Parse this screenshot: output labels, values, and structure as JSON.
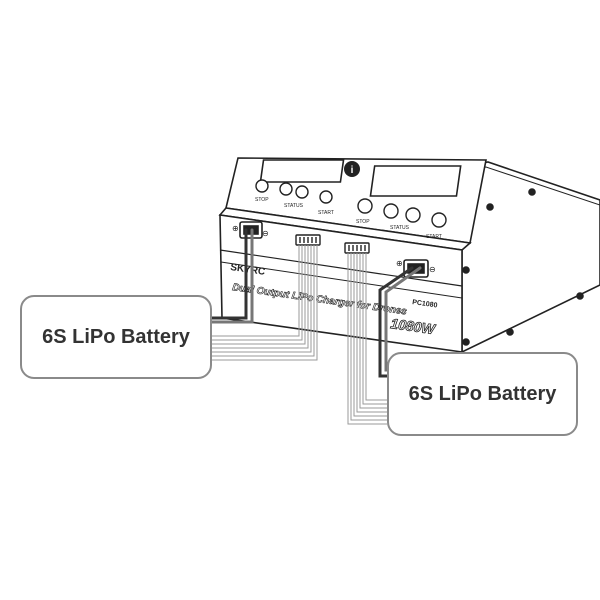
{
  "charger": {
    "left_buttons": [
      "STOP",
      "STATUS",
      "START"
    ],
    "right_buttons": [
      "STOP",
      "STATUS",
      "START"
    ],
    "model": "PC1080",
    "brand": "SKYRC",
    "front_text": "Dual Output LiPo Charger for Drones",
    "power": "1080W",
    "plus_sign": "⊕",
    "minus_sign": "⊖"
  },
  "callouts": {
    "left": "6S LiPo Battery",
    "right": "6S LiPo Battery"
  },
  "colors": {
    "outline": "#222222",
    "body": "#ffffff",
    "wire": "#9a9a9a",
    "cable": "#333333",
    "callout_border": "#8a8a8a",
    "callout_text": "#333333"
  }
}
